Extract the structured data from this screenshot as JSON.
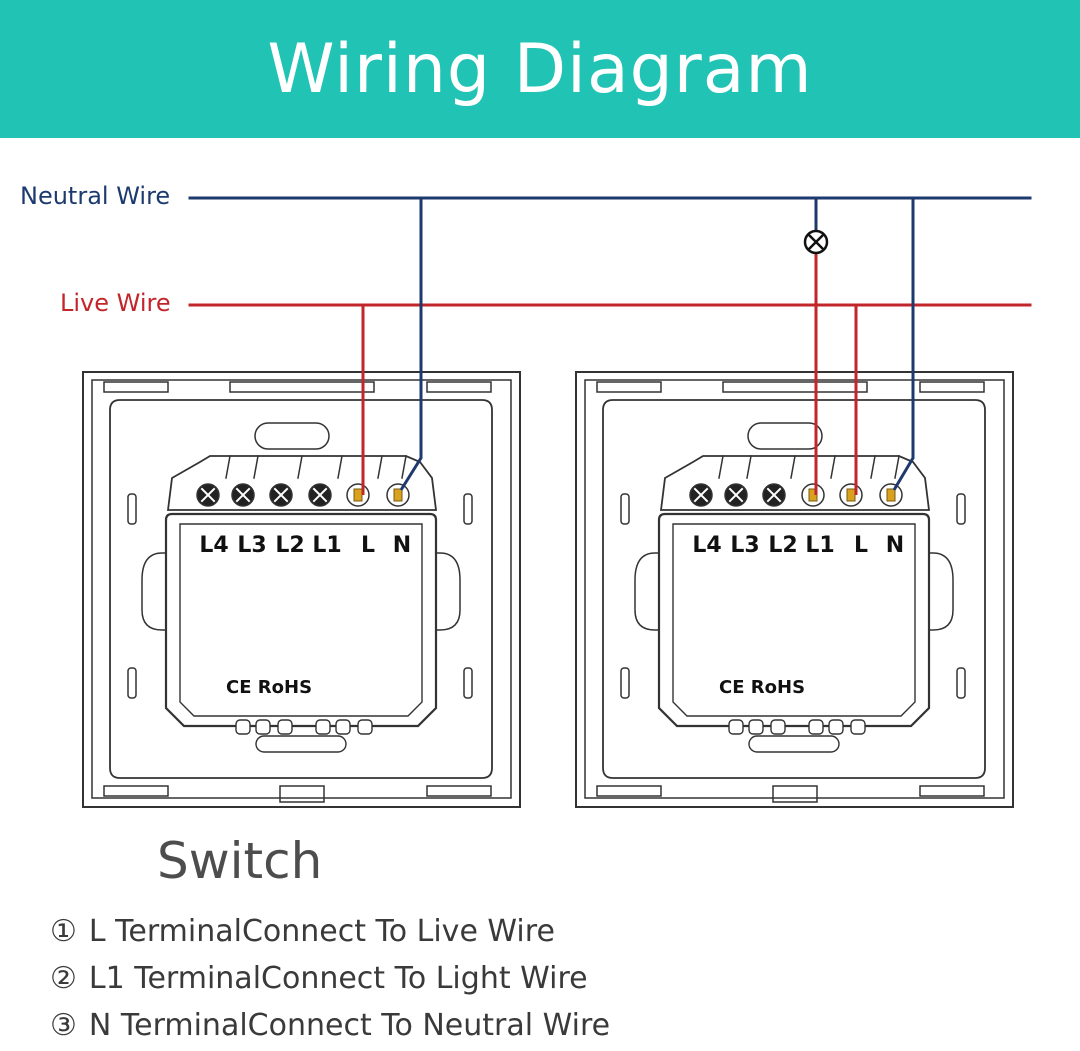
{
  "header": {
    "title": "Wiring Diagram"
  },
  "wires": {
    "neutral_label": "Neutral Wire",
    "live_label": "Live Wire",
    "neutral_color": "#1d3a6e",
    "live_color": "#c2262b"
  },
  "switches": [
    {
      "terminals": [
        "L4",
        "L3",
        "L2",
        "L1",
        "L",
        "N"
      ],
      "marks": "CE RoHS"
    },
    {
      "terminals": [
        "L4",
        "L3",
        "L2",
        "L1",
        "L",
        "N"
      ],
      "marks": "CE RoHS"
    }
  ],
  "section": {
    "title": "Switch"
  },
  "notes": [
    {
      "num": "①",
      "text": "L TerminalConnect To Live Wire"
    },
    {
      "num": "②",
      "text": "L1 TerminalConnect To Light Wire"
    },
    {
      "num": "③",
      "text": "N TerminalConnect To Neutral Wire"
    }
  ],
  "colors": {
    "banner": "#20c3b4",
    "terminal_active": "#d9a21e"
  }
}
